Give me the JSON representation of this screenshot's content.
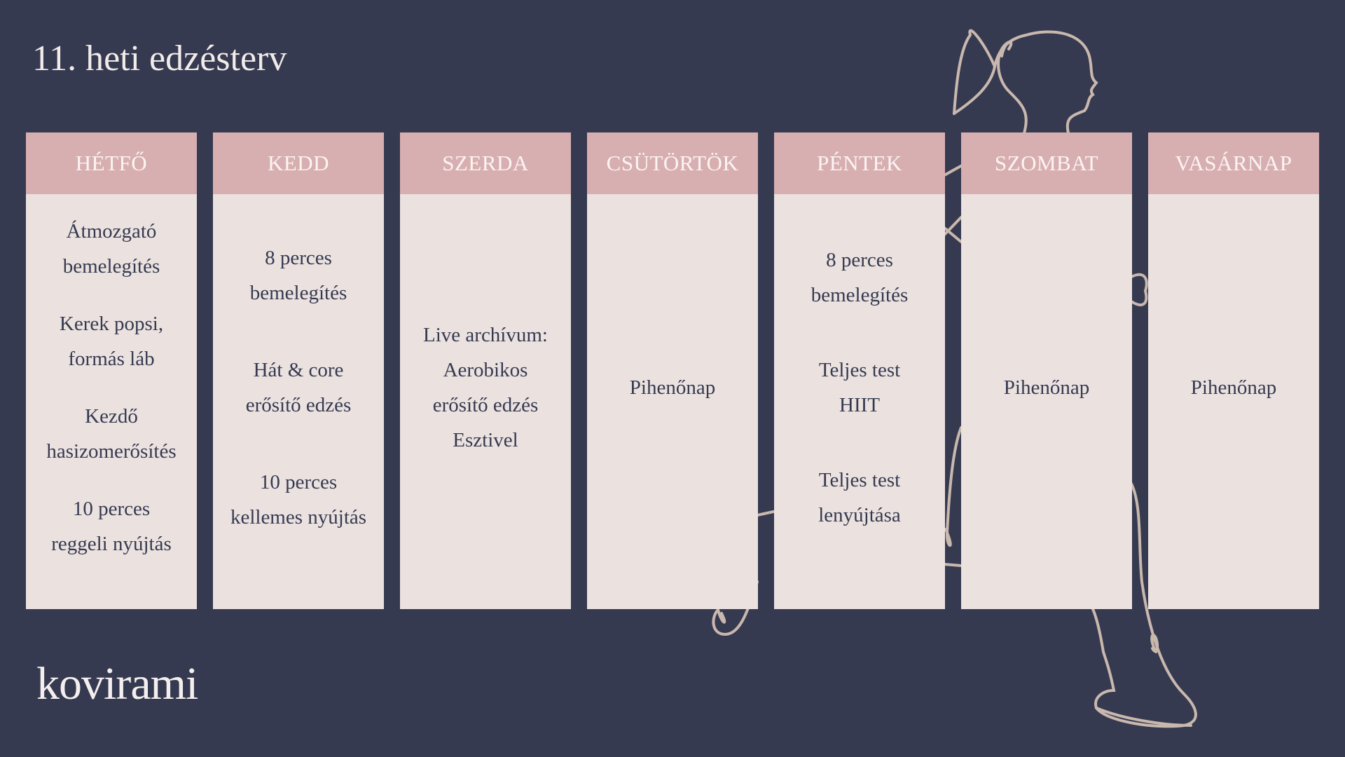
{
  "title": "11. heti edzésterv",
  "logo": "kovirami",
  "colors": {
    "background": "#363a50",
    "header": "#d8afb1",
    "body": "#ebe2e0",
    "line_art": "#c9b8ae"
  },
  "days": [
    {
      "name": "HÉTFŐ",
      "items": [
        "Átmozgató\nbemelegítés",
        "Kerek popsi,\nformás láb",
        "Kezdő\nhasizomerősítés",
        "10 perces\nreggeli nyújtás"
      ]
    },
    {
      "name": "KEDD",
      "items": [
        "8 perces\nbemelegítés",
        "Hát & core\nerősítő edzés",
        "10 perces\nkellemes nyújtás"
      ]
    },
    {
      "name": "SZERDA",
      "items": [
        "Live archívum:\nAerobikos\nerősítő edzés\nEsztivel"
      ]
    },
    {
      "name": "CSÜTÖRTÖK",
      "items": [
        "Pihenőnap"
      ]
    },
    {
      "name": "PÉNTEK",
      "items": [
        "8 perces\nbemelegítés",
        "Teljes test\nHIIT",
        "Teljes test\nlenyújtása"
      ]
    },
    {
      "name": "SZOMBAT",
      "items": [
        "Pihenőnap"
      ]
    },
    {
      "name": "VASÁRNAP",
      "items": [
        "Pihenőnap"
      ]
    }
  ]
}
